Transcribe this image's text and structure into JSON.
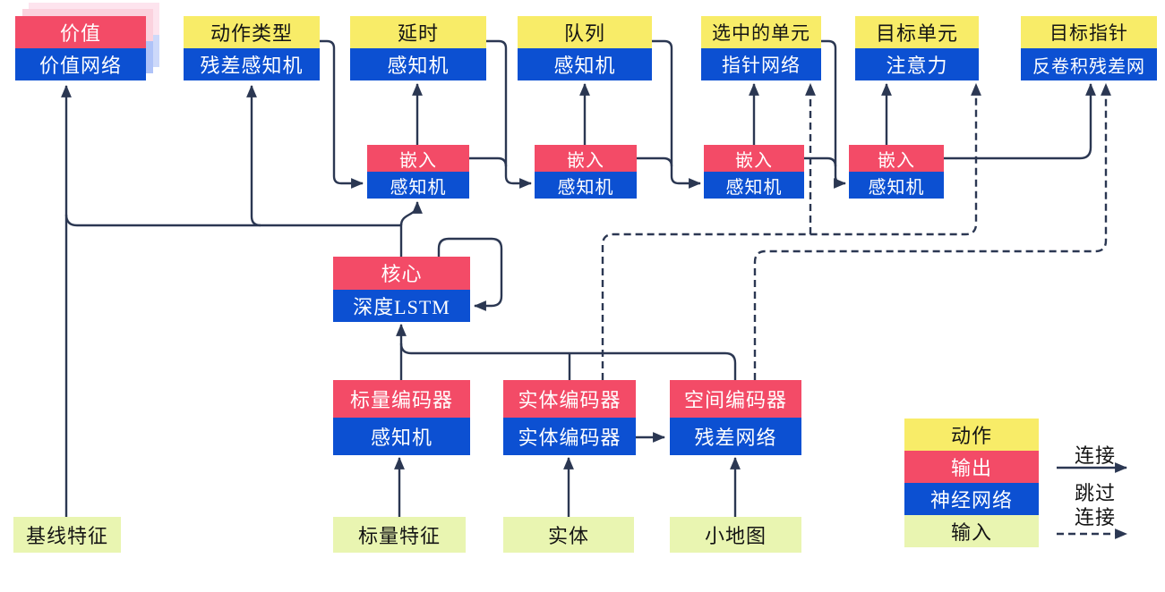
{
  "diagram_title": "AlphaStar-style agent architecture (Chinese)",
  "nodes": {
    "value": {
      "top": "价值",
      "bottom": "价值网络"
    },
    "action_type": {
      "top": "动作类型",
      "bottom": "残差感知机"
    },
    "delay": {
      "top": "延时",
      "bottom": "感知机"
    },
    "queue": {
      "top": "队列",
      "bottom": "感知机"
    },
    "selected_units": {
      "top": "选中的单元",
      "bottom": "指针网络"
    },
    "target_unit": {
      "top": "目标单元",
      "bottom": "注意力"
    },
    "target_point": {
      "top": "目标指针",
      "bottom": "反卷积残差网"
    },
    "embed_1": {
      "top": "嵌入",
      "bottom": "感知机"
    },
    "embed_2": {
      "top": "嵌入",
      "bottom": "感知机"
    },
    "embed_3": {
      "top": "嵌入",
      "bottom": "感知机"
    },
    "embed_4": {
      "top": "嵌入",
      "bottom": "感知机"
    },
    "core": {
      "top": "核心",
      "bottom": "深度LSTM"
    },
    "scalar_encoder": {
      "top": "标量编码器",
      "bottom": "感知机"
    },
    "entity_encoder": {
      "top": "实体编码器",
      "bottom": "实体编码器"
    },
    "spatial_encoder": {
      "top": "空间编码器",
      "bottom": "残差网络"
    }
  },
  "inputs": {
    "baseline_features": {
      "label": "基线特征"
    },
    "scalar_features": {
      "label": "标量特征"
    },
    "entities": {
      "label": "实体"
    },
    "minimap": {
      "label": "小地图"
    }
  },
  "legend": {
    "action": {
      "label": "动作"
    },
    "output": {
      "label": "输出"
    },
    "network": {
      "label": "神经网络"
    },
    "input": {
      "label": "输入"
    },
    "solid_connection": {
      "label": "连接"
    },
    "skip_connection_line1": {
      "label": "跳过"
    },
    "skip_connection_line2": {
      "label": "连接"
    }
  },
  "colors": {
    "action_yellow": "#F8EC68",
    "output_red": "#F34B67",
    "network_blue": "#0C50D2",
    "input_green": "#E9F5B1",
    "edge_navy": "#2B3752",
    "value_shadow_pink": "#FBD2DE",
    "value_shadow_blue": "#AFC3F8"
  }
}
